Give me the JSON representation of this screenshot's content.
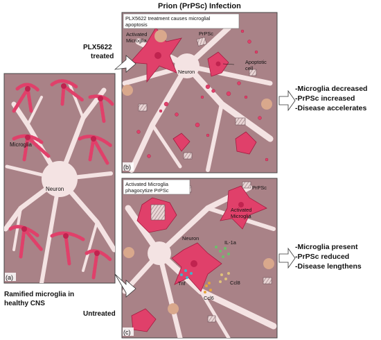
{
  "title": "Prion (PrPSc) Infection",
  "panel_a": {
    "label": "(a)",
    "microglia": "Microglia",
    "neuron": "Neuron",
    "caption_line1": "Ramified microglia in",
    "caption_line2": "healthy CNS"
  },
  "panel_b": {
    "label": "(b)",
    "box_line1": "PLX5622 treatment causes microglial",
    "box_line2": "apoptosis",
    "activated_line1": "Activated",
    "activated_line2": "Microglia",
    "prpsc": "PrPSc",
    "neuron": "Neuron",
    "apoptotic_line1": "Apoptotic",
    "apoptotic_line2": "cell"
  },
  "panel_c": {
    "label": "(c)",
    "box_line1": "Activated Microglia",
    "box_line2": "phagocytize PrPSc",
    "prpsc": "PrPSc",
    "activated_line1": "Activated",
    "activated_line2": "Microglia",
    "neuron": "Neuron",
    "il1a": "IL-1a",
    "tnf": "Tnf",
    "ccl8": "Ccl8",
    "ccl6": "Ccl6"
  },
  "side_labels": {
    "plx_line1": "PLX5622",
    "plx_line2": "treated",
    "untreated": "Untreated"
  },
  "outcomes_b": [
    "-Microglia decreased",
    "-PrPSc increased",
    "-Disease accelerates"
  ],
  "outcomes_c": [
    "-Microglia present",
    "-PrPSc reduced",
    "-Disease lengthens"
  ],
  "colors": {
    "tissue": "#a98287",
    "tissue_dark": "#8f6a70",
    "cell_process": "#f4e3e3",
    "microglia": "#e0406a",
    "nucleus": "#c0234f",
    "neuron_nucleus": "#d9a88c",
    "border": "#444444"
  }
}
